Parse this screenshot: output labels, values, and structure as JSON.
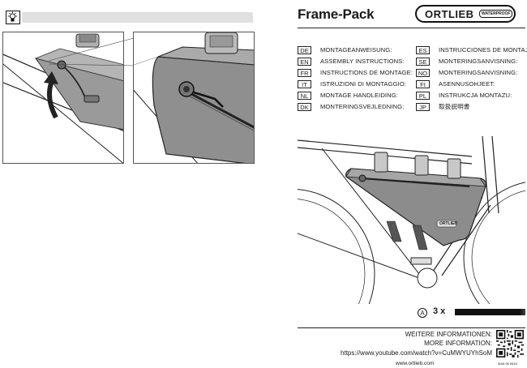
{
  "left_page": {
    "tip_icon": "lightbulb-icon",
    "panel_1": "bag-attach-rotate-illustration",
    "panel_2": "bag-closeup-zipper-illustration"
  },
  "right_page": {
    "title": "Frame-Pack",
    "logo": {
      "brand": "ORTLIEB",
      "badge": "WATERPROOF"
    },
    "languages_left": [
      {
        "code": "DE",
        "text": "MONTAGEANWEISUNG:"
      },
      {
        "code": "EN",
        "text": "ASSEMBLY INSTRUCTIONS:"
      },
      {
        "code": "FR",
        "text": "INSTRUCTIONS DE MONTAGE:"
      },
      {
        "code": "IT",
        "text": "ISTRUZIONI DI MONTAGGIO:"
      },
      {
        "code": "NL",
        "text": "MONTAGE HANDLEIDING:"
      },
      {
        "code": "DK",
        "text": "MONTERINGSVEJLEDNING:"
      }
    ],
    "languages_right": [
      {
        "code": "ES",
        "text": "INSTRUCCIONES DE MONTAJE:"
      },
      {
        "code": "SE",
        "text": "MONTERINGSANVISNING:"
      },
      {
        "code": "NO",
        "text": "MONTERINGSANVISNING:"
      },
      {
        "code": "FI",
        "text": "ASENNUSOHJEET:"
      },
      {
        "code": "PL",
        "text": "INSTRUKCJA MONTAZU:"
      },
      {
        "code": "JP",
        "text": "取扱説明書"
      }
    ],
    "bag_label": "ORTLIEB",
    "parts": {
      "label": "A",
      "quantity": "3 x",
      "part_icon": "allen-key-icon"
    },
    "info": {
      "de": "WEITERE INFORMATIONEN:",
      "en": "MORE INFORMATION:",
      "url": "https://www.youtube.com/watch?v=CuMWYUYhSoM"
    },
    "website": "www.ortlieb.com",
    "doc_code": "MA5 06 0616"
  }
}
